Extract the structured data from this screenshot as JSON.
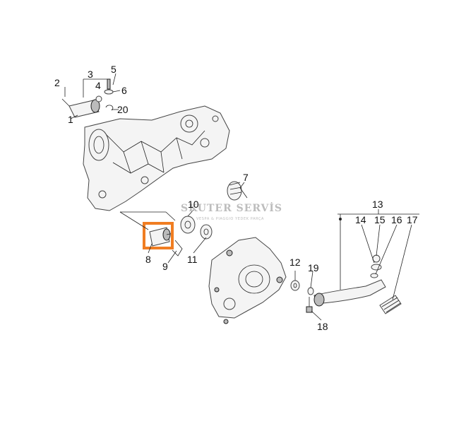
{
  "diagram": {
    "callouts": [
      "1",
      "2",
      "3",
      "4",
      "5",
      "6",
      "20",
      "7",
      "10",
      "8",
      "9",
      "11",
      "12",
      "19",
      "18",
      "13",
      "14",
      "15",
      "16",
      "17"
    ],
    "watermark": {
      "title": "SKUTER SERVİS",
      "subtitle": "VESPA & PIAGGIO YEDEK PARÇA"
    },
    "highlight_color": "#f07d22",
    "line_color": "#222222"
  }
}
